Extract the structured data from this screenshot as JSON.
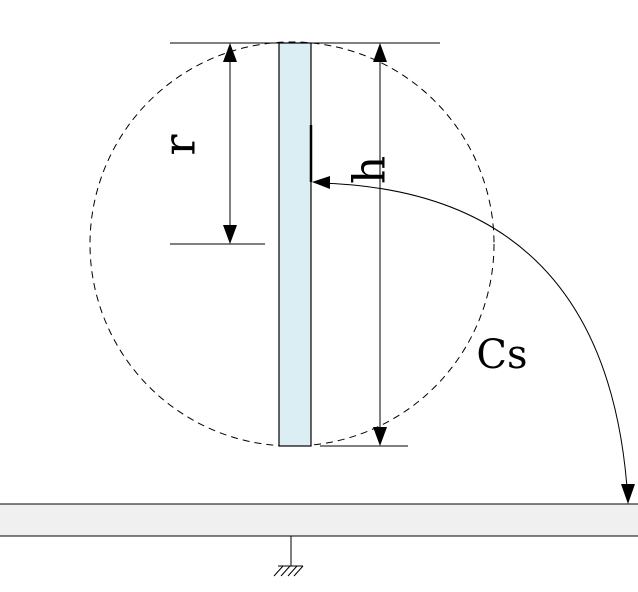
{
  "labels": {
    "radius": "r",
    "height": "h",
    "capacitance": "Cs"
  },
  "colors": {
    "rod_fill": "#daeef3",
    "plate_fill": "#f0f0f0",
    "stroke": "#000000"
  }
}
